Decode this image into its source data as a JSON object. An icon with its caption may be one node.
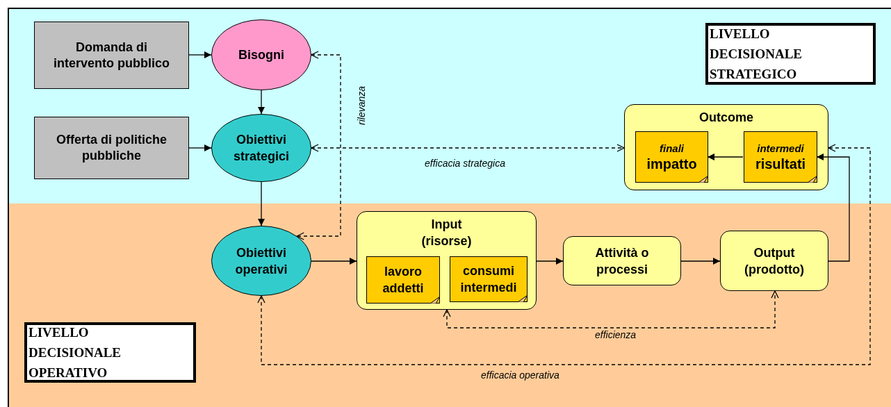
{
  "diagram": {
    "nodes": [
      {
        "text": [
          "Domanda di intervento pubblico"
        ]
      },
      {
        "text": [
          "Offerta di politiche pubbliche"
        ]
      },
      {
        "text": [
          "Bisogni"
        ]
      },
      {
        "text": [
          "Obiettivi strategici"
        ]
      },
      {
        "text": [
          "Obiettivi operativi"
        ]
      },
      {
        "text": [
          "Outcome"
        ]
      },
      {
        "text": [
          "finali",
          "impatto"
        ],
        "in": 5
      },
      {
        "text": [
          "intermedi",
          "risultati"
        ],
        "in": 5
      },
      {
        "text": [
          "Input (risorse)"
        ]
      },
      {
        "text": [
          "lavoro addetti"
        ],
        "in": 8
      },
      {
        "text": [
          "consumi intermedi"
        ],
        "in": 8
      },
      {
        "text": [
          "Attività o processi"
        ]
      },
      {
        "text": [
          "Output (prodotto)"
        ]
      },
      {
        "text": [
          "LIVELLO DECISIONALE STRATEGICO"
        ]
      },
      {
        "text": [
          "LIVELLO DECISIONALE OPERATIVO"
        ]
      }
    ],
    "edges": [
      {
        "from": 0,
        "to": 2,
        "arrow": "to"
      },
      {
        "from": 1,
        "to": 3,
        "arrow": "to"
      },
      {
        "from": 2,
        "to": 3,
        "arrow": "to"
      },
      {
        "from": 3,
        "to": 4,
        "arrow": "to"
      },
      {
        "from": 4,
        "to": 8,
        "arrow": "to"
      },
      {
        "from": 8,
        "to": 11,
        "arrow": "to"
      },
      {
        "from": 11,
        "to": 12,
        "arrow": "to"
      },
      {
        "from": 12,
        "to": 7,
        "arrow": "to"
      },
      {
        "from": 7,
        "to": 6,
        "arrow": "to"
      },
      {
        "from": 2,
        "to": 4,
        "arrow": "both",
        "style": "dashed",
        "label": "rilevanza"
      },
      {
        "from": 3,
        "to": 5,
        "arrow": "both",
        "style": "dashed",
        "label": "efficacia strategica"
      },
      {
        "from": 8,
        "to": 12,
        "arrow": "both",
        "style": "dashed",
        "label": "efficienza"
      },
      {
        "from": 4,
        "to": 5,
        "arrow": "both",
        "style": "dashed",
        "label": "efficacia operativa"
      }
    ]
  }
}
